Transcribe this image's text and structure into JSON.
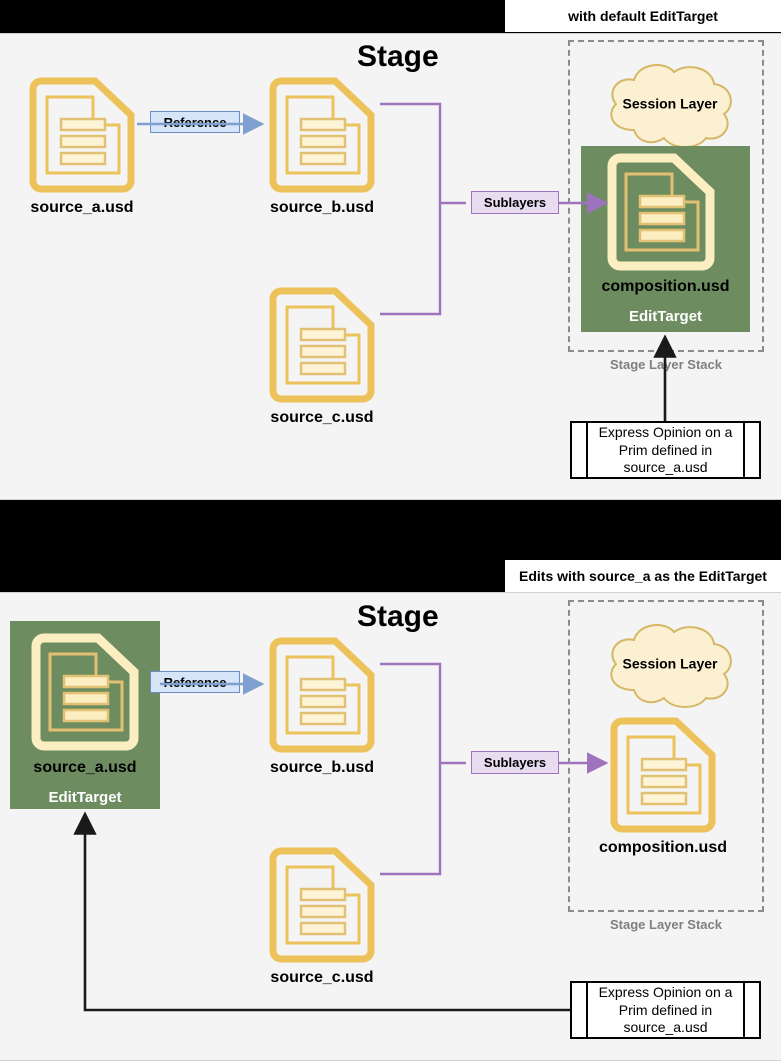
{
  "panels": [
    {
      "caption": "with default EditTarget",
      "stage_title": "Stage",
      "stack_label": "Stage Layer Stack",
      "session_layer": "Session Layer",
      "nodes": {
        "source_a": "source_a.usd",
        "source_b": "source_b.usd",
        "source_c": "source_c.usd",
        "composition": "composition.usd"
      },
      "edit_target_badge": "EditTarget",
      "connectors": {
        "reference": "Reference",
        "sublayers": "Sublayers"
      },
      "note": "Express Opinion on a Prim defined in source_a.usd"
    },
    {
      "caption": "Edits with source_a as the EditTarget",
      "stage_title": "Stage",
      "stack_label": "Stage Layer Stack",
      "session_layer": "Session Layer",
      "nodes": {
        "source_a": "source_a.usd",
        "source_b": "source_b.usd",
        "source_c": "source_c.usd",
        "composition": "composition.usd"
      },
      "edit_target_badge": "EditTarget",
      "connectors": {
        "reference": "Reference",
        "sublayers": "Sublayers"
      },
      "note": "Express Opinion on a Prim defined in source_a.usd"
    }
  ],
  "colors": {
    "doc_stroke": "#edc25b",
    "doc_fill_light": "#fdf3d7",
    "doc_body": "#fbeec1",
    "green_edit_target": "#6d8c60",
    "reference_blue": "#6b8ec4",
    "reference_fill": "#d6e5f7",
    "sublayers_purple": "#9d73bd",
    "sublayers_fill": "#e8dcf0",
    "panel_bg": "#f4f4f4",
    "band_black": "#000000",
    "stack_dash": "#8c8c8c",
    "stack_label": "#808080"
  }
}
